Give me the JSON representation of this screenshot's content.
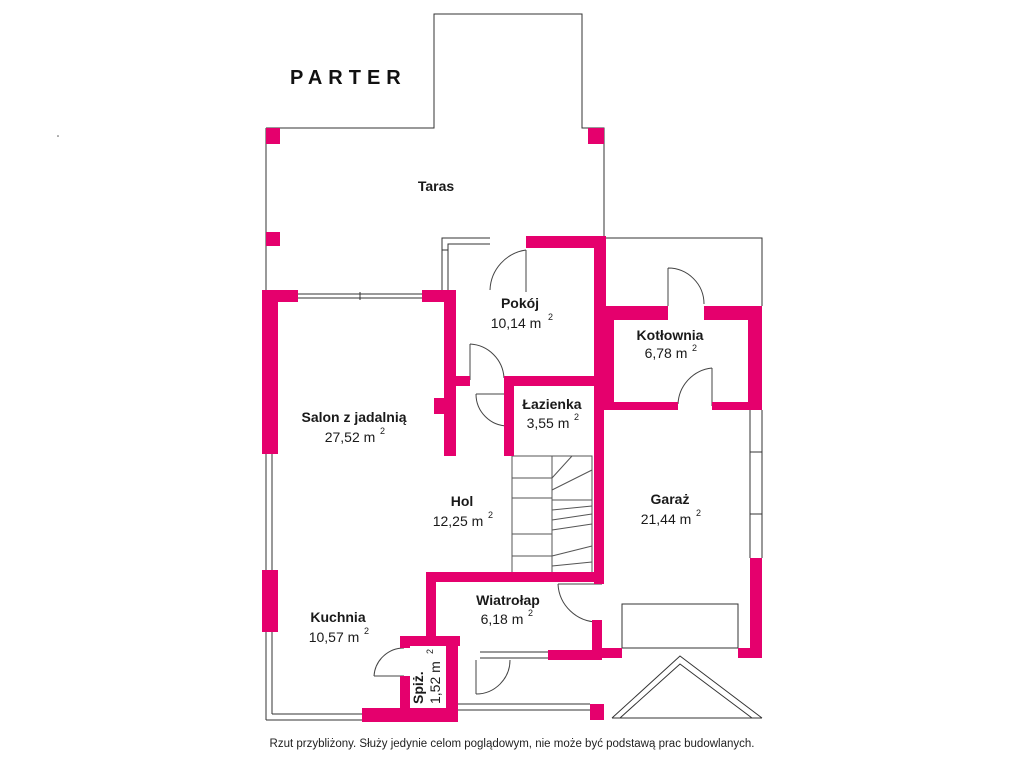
{
  "plan_title": "PARTER",
  "accent_color": "#e5006d",
  "rooms": [
    {
      "name": "Taras",
      "area": ""
    },
    {
      "name": "Pokój",
      "area": "10,14 m",
      "unit_sup": "2"
    },
    {
      "name": "Kotłownia",
      "area": "6,78 m",
      "unit_sup": "2"
    },
    {
      "name": "Salon z jadalnią",
      "area": "27,52 m",
      "unit_sup": "2"
    },
    {
      "name": "Łazienka",
      "area": "3,55 m",
      "unit_sup": "2"
    },
    {
      "name": "Hol",
      "area": "12,25 m",
      "unit_sup": "2"
    },
    {
      "name": "Garaż",
      "area": "21,44 m",
      "unit_sup": "2"
    },
    {
      "name": "Wiatrołap",
      "area": "6,18 m",
      "unit_sup": "2"
    },
    {
      "name": "Kuchnia",
      "area": "10,57 m",
      "unit_sup": "2"
    },
    {
      "name": "Spiż.",
      "area": "1,52 m",
      "unit_sup": "2"
    }
  ],
  "footnote": "Rzut przybliżony. Służy jedynie celom poglądowym, nie może być podstawą prac budowlanych."
}
